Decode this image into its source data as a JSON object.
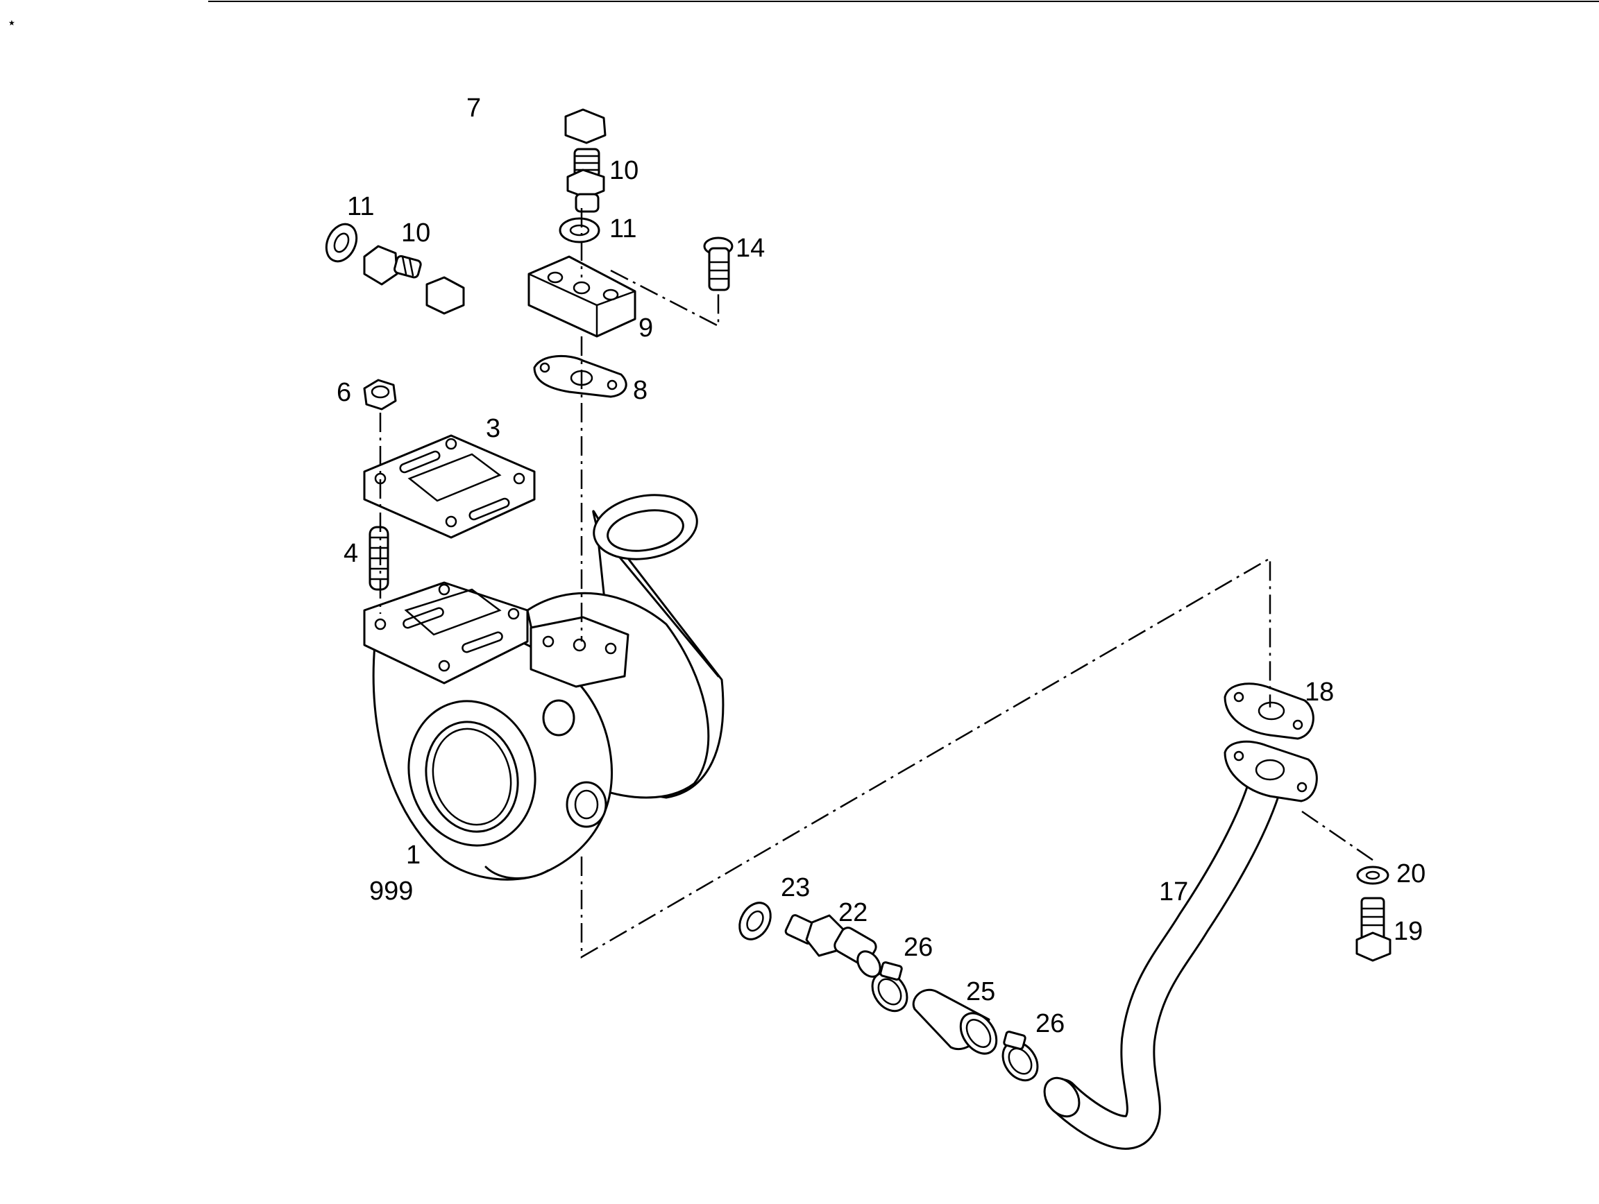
{
  "callouts": {
    "c1": "1",
    "c999": "999",
    "c3": "3",
    "c4": "4",
    "c6": "6",
    "c7": "7",
    "c8": "8",
    "c9": "9",
    "c10a": "10",
    "c10b": "10",
    "c11a": "11",
    "c11b": "11",
    "c14": "14",
    "c17": "17",
    "c18": "18",
    "c19": "19",
    "c20": "20",
    "c22": "22",
    "c23": "23",
    "c25": "25",
    "c26a": "26",
    "c26b": "26"
  }
}
